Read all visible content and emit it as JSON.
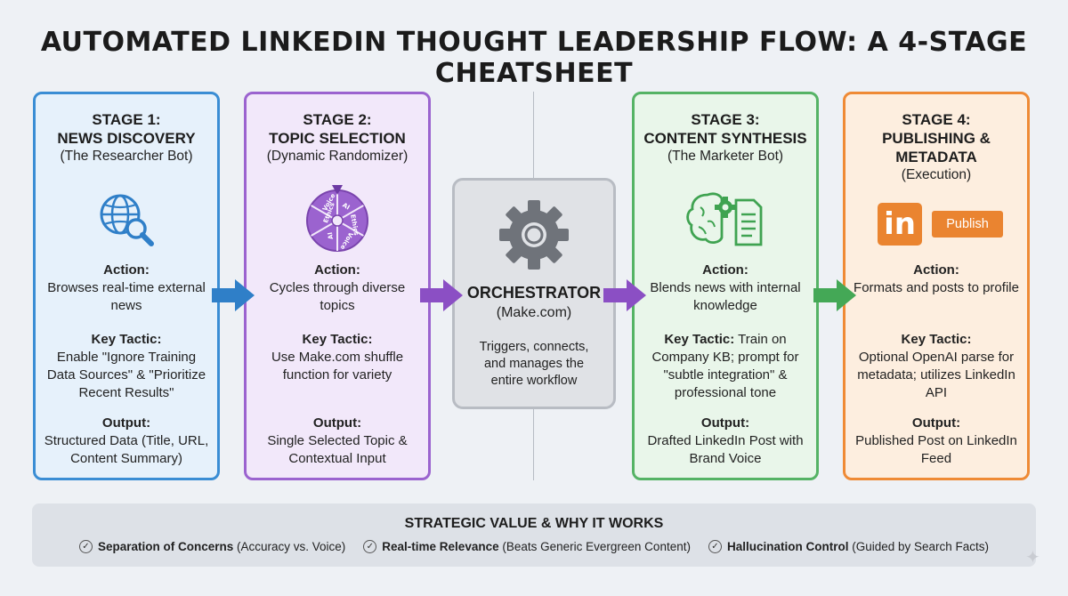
{
  "title": "AUTOMATED LINKEDIN THOUGHT LEADERSHIP FLOW: A 4-STAGE CHEATSHEET",
  "colors": {
    "stage1": "#3a8dd4",
    "stage2": "#9b63cf",
    "stage3": "#55b365",
    "stage4": "#ef8a35",
    "orchestrator": "#b8bcc3"
  },
  "stages": [
    {
      "label": "STAGE 1:",
      "name": "NEWS DISCOVERY",
      "subtitle": "(The Researcher Bot)",
      "icon": "globe-search-icon",
      "action_label": "Action:",
      "action": "Browses real-time external news",
      "tactic_label": "Key Tactic:",
      "tactic": "Enable \"Ignore Training Data Sources\" & \"Prioritize Recent Results\"",
      "output_label": "Output:",
      "output": "Structured Data (Title, URL, Content Summary)"
    },
    {
      "label": "STAGE 2:",
      "name": "TOPIC SELECTION",
      "subtitle": "(Dynamic Randomizer)",
      "icon": "topic-wheel-icon",
      "wheel_labels": [
        "AI",
        "Ethics",
        "Voice",
        "AI",
        "Ethics",
        "Voice"
      ],
      "action_label": "Action:",
      "action": "Cycles through diverse topics",
      "tactic_label": "Key Tactic:",
      "tactic": "Use Make.com shuffle function for variety",
      "output_label": "Output:",
      "output": "Single Selected Topic & Contextual Input"
    },
    {
      "label": "STAGE 3:",
      "name": "CONTENT SYNTHESIS",
      "subtitle": "(The Marketer Bot)",
      "icon": "brain-document-icon",
      "action_label": "Action:",
      "action": "Blends news with internal knowledge",
      "tactic_label": "Key Tactic:",
      "tactic": "Train on Company KB; prompt for \"subtle integration\" & professional tone",
      "output_label": "Output:",
      "output": "Drafted LinkedIn Post with Brand Voice"
    },
    {
      "label": "STAGE 4:",
      "name": "PUBLISHING & METADATA",
      "subtitle": "(Execution)",
      "icon": "linkedin-icon",
      "publish_button": "Publish",
      "linkedin_text": "in",
      "action_label": "Action:",
      "action": "Formats and posts to profile",
      "tactic_label": "Key Tactic:",
      "tactic": "Optional OpenAI parse for metadata; utilizes LinkedIn API",
      "output_label": "Output:",
      "output": "Published Post on LinkedIn Feed"
    }
  ],
  "orchestrator": {
    "name": "ORCHESTRATOR",
    "subtitle": "(Make.com)",
    "description": "Triggers, connects, and manages the entire workflow",
    "icon": "gear-icon"
  },
  "strategic": {
    "title": "STRATEGIC VALUE & WHY IT WORKS",
    "points": [
      {
        "bold": "Separation of Concerns",
        "rest": " (Accuracy vs. Voice)"
      },
      {
        "bold": "Real-time Relevance",
        "rest": " (Beats Generic Evergreen Content)"
      },
      {
        "bold": "Hallucination Control",
        "rest": " (Guided by Search Facts)"
      }
    ]
  }
}
